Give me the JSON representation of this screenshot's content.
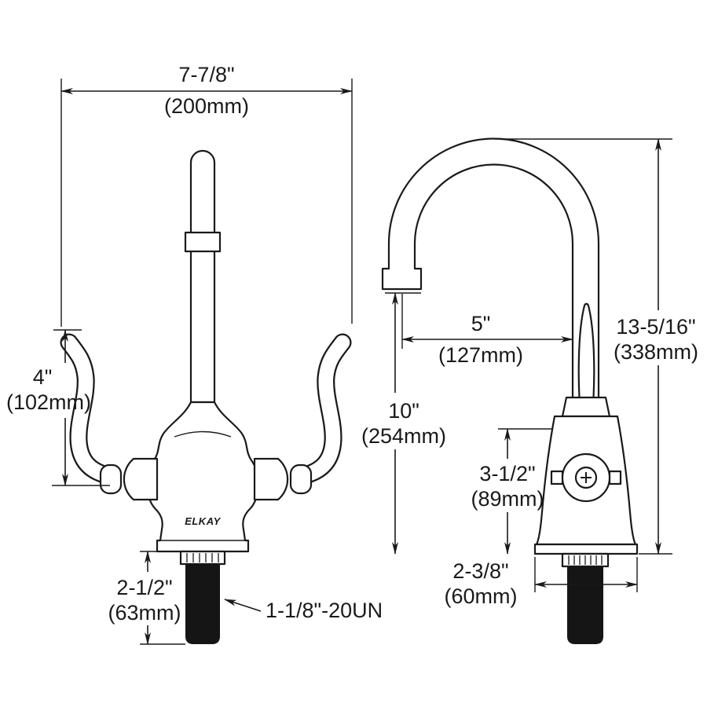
{
  "page": {
    "background": "#ffffff",
    "line_color": "#1a1a1a",
    "pipe_fill": "#151515"
  },
  "brand": {
    "logo_text": "ELKAY"
  },
  "dims": {
    "top_width_in": "7-7/8\"",
    "top_width_mm": "(200mm)",
    "handle_in": "4\"",
    "handle_mm": "(102mm)",
    "shank_in": "2-1/2\"",
    "shank_mm": "(63mm)",
    "thread": "1-1/8\"-20UN",
    "reach_in": "5\"",
    "reach_mm": "(127mm)",
    "outlet_in": "10\"",
    "outlet_mm": "(254mm)",
    "overall_in": "13-5/16\"",
    "overall_mm": "(338mm)",
    "body_in": "3-1/2\"",
    "body_mm": "(89mm)",
    "base_in": "2-3/8\"",
    "base_mm": "(60mm)"
  }
}
